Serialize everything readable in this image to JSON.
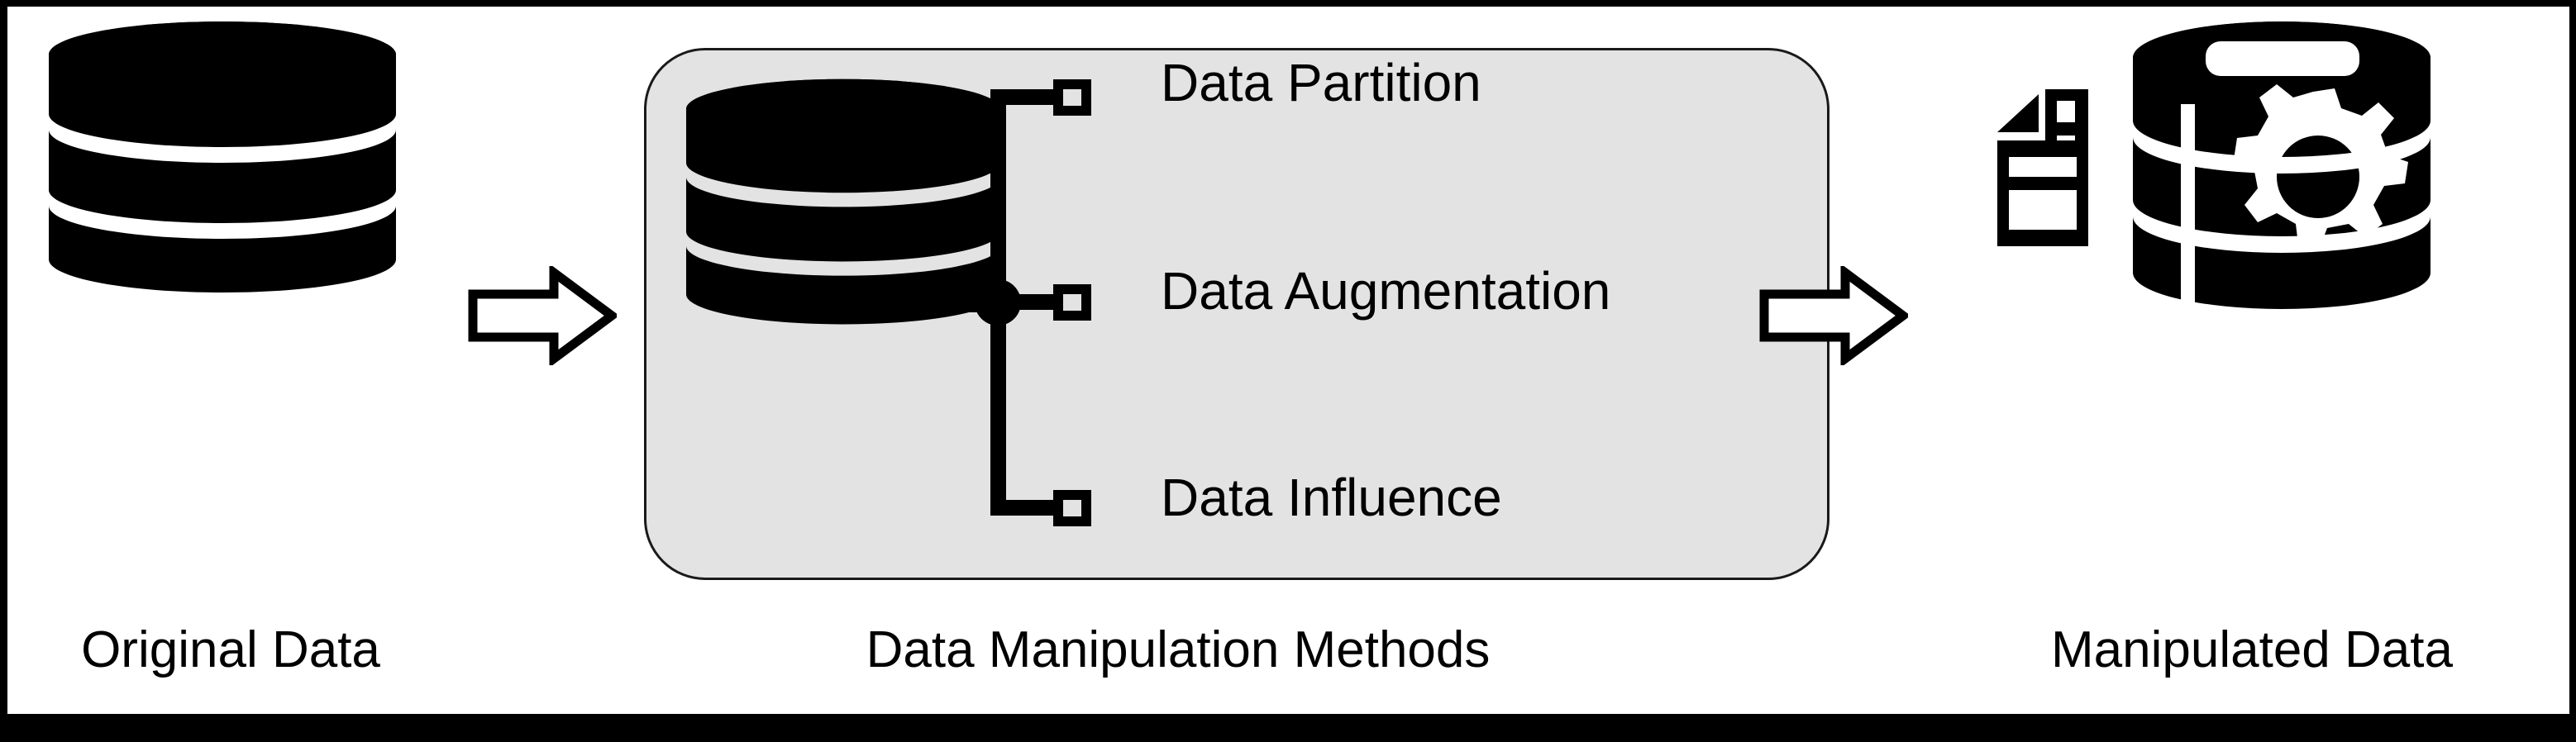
{
  "figure": {
    "background_color": "#ffffff",
    "border_color": "#000000",
    "panel_fill_color": "#e3e3e3",
    "ink_color": "#000000"
  },
  "left_panel": {
    "icon_name": "database-cylinder-icon",
    "caption": "Original Data"
  },
  "arrow_1": {
    "icon_name": "block-arrow-right-icon"
  },
  "middle_panel": {
    "caption": "Data Manipulation Methods",
    "box_icon_name": "database-cylinder-icon",
    "tree_icon_name": "branch-node-icon",
    "methods": [
      {
        "label": "Data Partition",
        "endpoint_icon": "square-terminal-icon"
      },
      {
        "label": "Data Augmentation",
        "endpoint_icon": "square-terminal-icon"
      },
      {
        "label": "Data Influence",
        "endpoint_icon": "square-terminal-icon"
      }
    ]
  },
  "arrow_2": {
    "icon_name": "block-arrow-right-icon"
  },
  "right_panel": {
    "icon_name": "database-gear-document-icon",
    "caption": "Manipulated Data"
  }
}
